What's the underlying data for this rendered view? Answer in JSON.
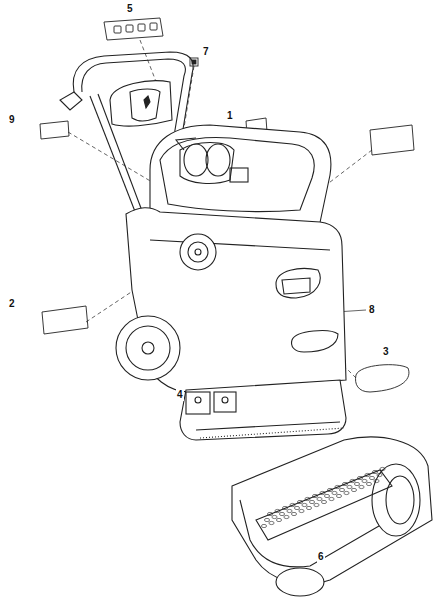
{
  "diagram": {
    "labels": [
      "5",
      "7",
      "9",
      "1",
      "2",
      "8",
      "3",
      "4",
      "6"
    ]
  }
}
